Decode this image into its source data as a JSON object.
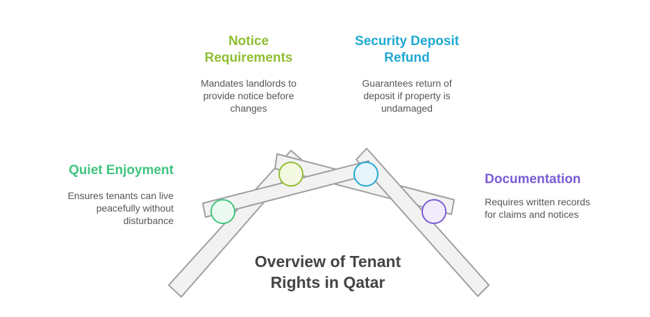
{
  "title": {
    "line1": "Overview of Tenant",
    "line2": "Rights in Qatar"
  },
  "items": [
    {
      "id": "quiet-enjoyment",
      "heading": "Quiet Enjoyment",
      "heading_lines": [
        "Quiet Enjoyment"
      ],
      "description_lines": [
        "Ensures tenants can live",
        "peacefully without",
        "disturbance"
      ],
      "color": "#3fc47e"
    },
    {
      "id": "notice-requirements",
      "heading": "Notice Requirements",
      "heading_lines": [
        "Notice",
        "Requirements"
      ],
      "description_lines": [
        "Mandates landlords to",
        "provide notice before",
        "changes"
      ],
      "color": "#8fbe32"
    },
    {
      "id": "security-deposit-refund",
      "heading": "Security Deposit Refund",
      "heading_lines": [
        "Security Deposit",
        "Refund"
      ],
      "description_lines": [
        "Guarantees return of",
        "deposit if property is",
        "undamaged"
      ],
      "color": "#1fa8d2"
    },
    {
      "id": "documentation",
      "heading": "Documentation",
      "heading_lines": [
        "Documentation"
      ],
      "description_lines": [
        "Requires written records",
        "for claims and notices"
      ],
      "color": "#7a5bd6"
    }
  ],
  "colors": {
    "beam_fill": "#f2f2f2",
    "beam_stroke": "#9e9e9e",
    "title_text": "#444444",
    "description_text": "#555555"
  }
}
